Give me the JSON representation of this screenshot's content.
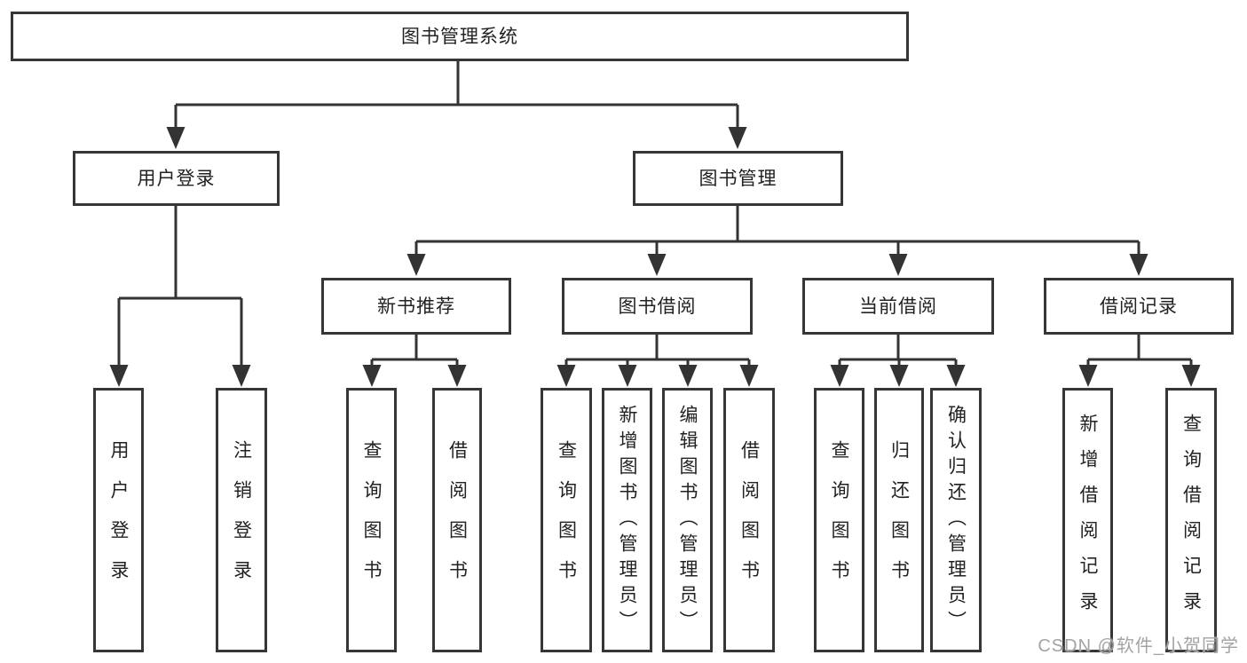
{
  "diagram": {
    "root": {
      "label": "图书管理系统"
    },
    "branches": [
      {
        "label": "用户登录",
        "children": [
          {
            "label": "用户登录"
          },
          {
            "label": "注销登录"
          }
        ]
      },
      {
        "label": "图书管理",
        "children": [
          {
            "label": "新书推荐",
            "children": [
              {
                "label": "查询图书"
              },
              {
                "label": "借阅图书"
              }
            ]
          },
          {
            "label": "图书借阅",
            "children": [
              {
                "label": "查询图书"
              },
              {
                "label": "新增图书（管理员）"
              },
              {
                "label": "编辑图书（管理员）"
              },
              {
                "label": "借阅图书"
              }
            ]
          },
          {
            "label": "当前借阅",
            "children": [
              {
                "label": "查询图书"
              },
              {
                "label": "归还图书"
              },
              {
                "label": "确认归还（管理员）"
              }
            ]
          },
          {
            "label": "借阅记录",
            "children": [
              {
                "label": "新增借阅记录"
              },
              {
                "label": "查询借阅记录"
              }
            ]
          }
        ]
      }
    ]
  },
  "watermark": {
    "text": "CSDN @软件_小贺同学"
  },
  "colors": {
    "line": "#333333",
    "border": "#363636",
    "text": "#222222",
    "background": "#ffffff",
    "watermark": "#a3a3a3"
  }
}
